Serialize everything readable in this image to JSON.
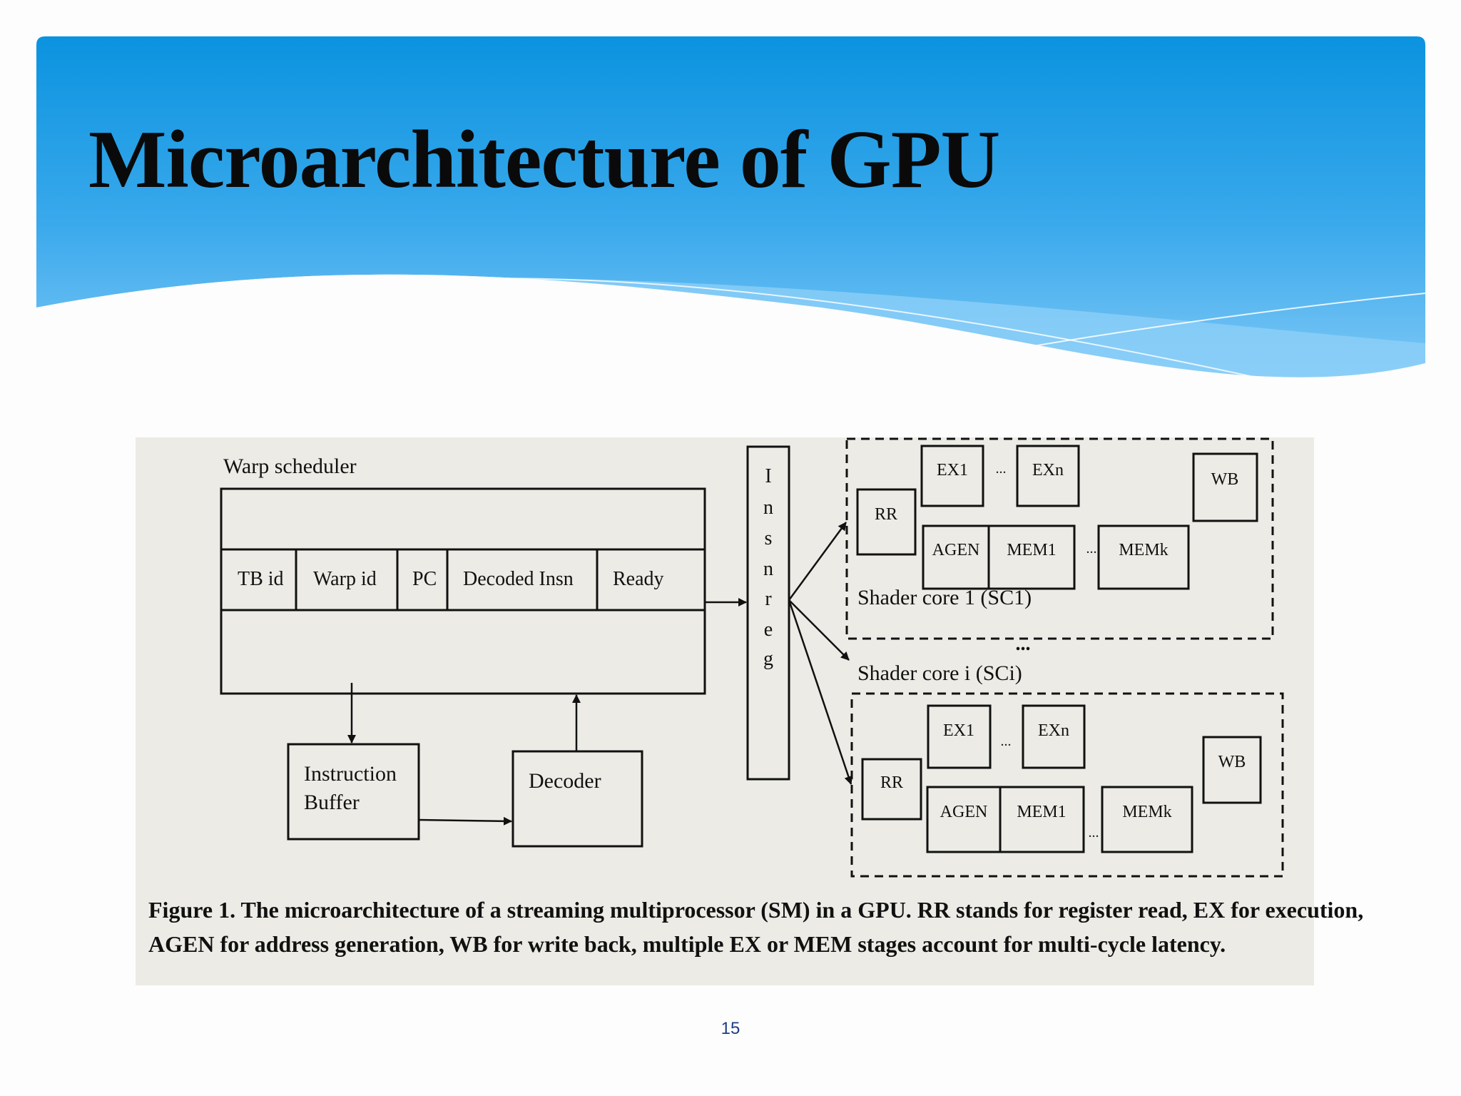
{
  "slide": {
    "title": "Microarchitecture of GPU",
    "page_number": "15"
  },
  "figure": {
    "warp_scheduler": {
      "label": "Warp scheduler",
      "columns": [
        "TB id",
        "Warp id",
        "PC",
        "Decoded Insn",
        "Ready"
      ]
    },
    "instruction_buffer": {
      "line1": "Instruction",
      "line2": "Buffer"
    },
    "decoder": {
      "label": "Decoder"
    },
    "insn_reg": {
      "letters": [
        "I",
        "n",
        "s",
        "n",
        "r",
        "e",
        "g"
      ]
    },
    "shader_core_1": {
      "label": "Shader core 1 (SC1)",
      "rr": "RR",
      "ex1": "EX1",
      "exn": "EXn",
      "wb": "WB",
      "agen": "AGEN",
      "mem1": "MEM1",
      "memk": "MEMk",
      "ellipsis": "..."
    },
    "between_cores_ellipsis": "...",
    "shader_core_i": {
      "label": "Shader core i (SCi)",
      "rr": "RR",
      "ex1": "EX1",
      "exn": "EXn",
      "wb": "WB",
      "agen": "AGEN",
      "mem1": "MEM1",
      "memk": "MEMk",
      "ellipsis": "..."
    },
    "caption": {
      "line1": "Figure 1. The microarchitecture of a streaming multiprocessor (SM) in a GPU. RR stands for register read, EX for execution,",
      "line2": "AGEN for address generation, WB for write back, multiple EX or MEM stages account for multi-cycle latency."
    }
  }
}
